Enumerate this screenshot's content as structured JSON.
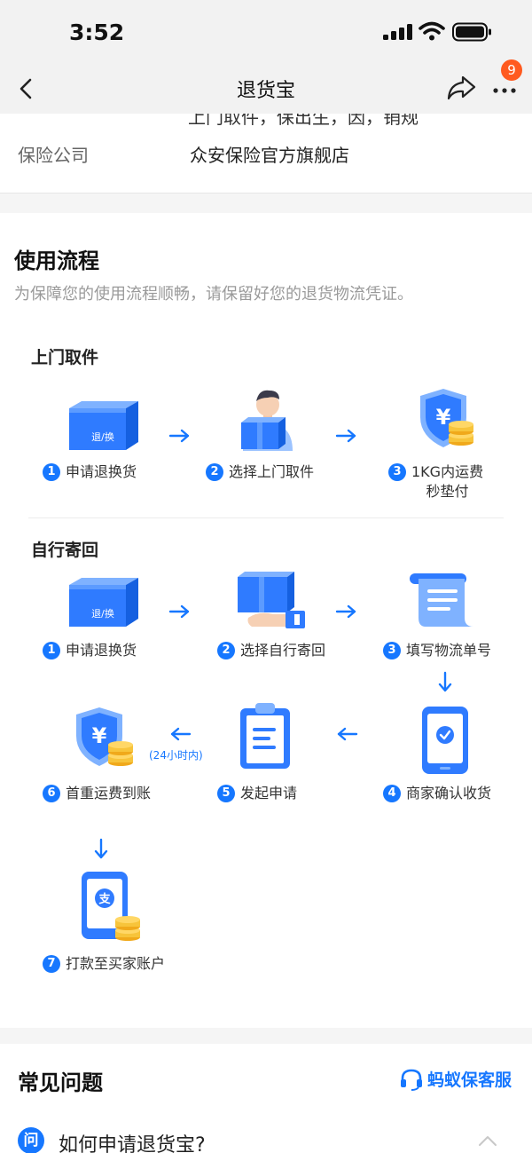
{
  "status_bar": {
    "time": "3:52"
  },
  "nav": {
    "title": "退货宝",
    "badge_count": "9"
  },
  "insurer": {
    "cut_text": "上门取件，保出生，因，销规",
    "label": "保险公司",
    "value": "众安保险官方旗舰店"
  },
  "process": {
    "title": "使用流程",
    "description": "为保障您的使用流程顺畅，请保留好您的退货物流凭证。",
    "pickup": {
      "title": "上门取件",
      "steps": [
        {
          "num": "1",
          "label": "申请退换货",
          "icon": "box-icon",
          "box_text": "退/换"
        },
        {
          "num": "2",
          "label": "选择上门取件",
          "icon": "courier-icon"
        },
        {
          "num": "3",
          "label": "1KG内运费\n秒垫付",
          "icon": "shield-yuan-icon"
        }
      ]
    },
    "self_return": {
      "title": "自行寄回",
      "steps": [
        {
          "num": "1",
          "label": "申请退换货",
          "icon": "box-icon",
          "box_text": "退/换"
        },
        {
          "num": "2",
          "label": "选择自行寄回",
          "icon": "hand-box-icon"
        },
        {
          "num": "3",
          "label": "填写物流单号",
          "icon": "scroll-icon"
        },
        {
          "num": "4",
          "label": "商家确认收货",
          "icon": "phone-check-icon"
        },
        {
          "num": "5",
          "label": "发起申请",
          "icon": "clipboard-icon"
        },
        {
          "num": "6",
          "label": "首重运费到账",
          "icon": "shield-yuan-icon"
        },
        {
          "num": "7",
          "label": "打款至买家账户",
          "icon": "phone-alipay-icon"
        }
      ],
      "arrow_note": "(24小时内)"
    }
  },
  "faq": {
    "title": "常见问题",
    "service_link": "蚂蚁保客服",
    "q_badge": "问",
    "question": "如何申请退货宝?"
  },
  "colors": {
    "accent": "#1677ff",
    "badge": "#ff5a1f",
    "coin": "#f7c43b"
  }
}
